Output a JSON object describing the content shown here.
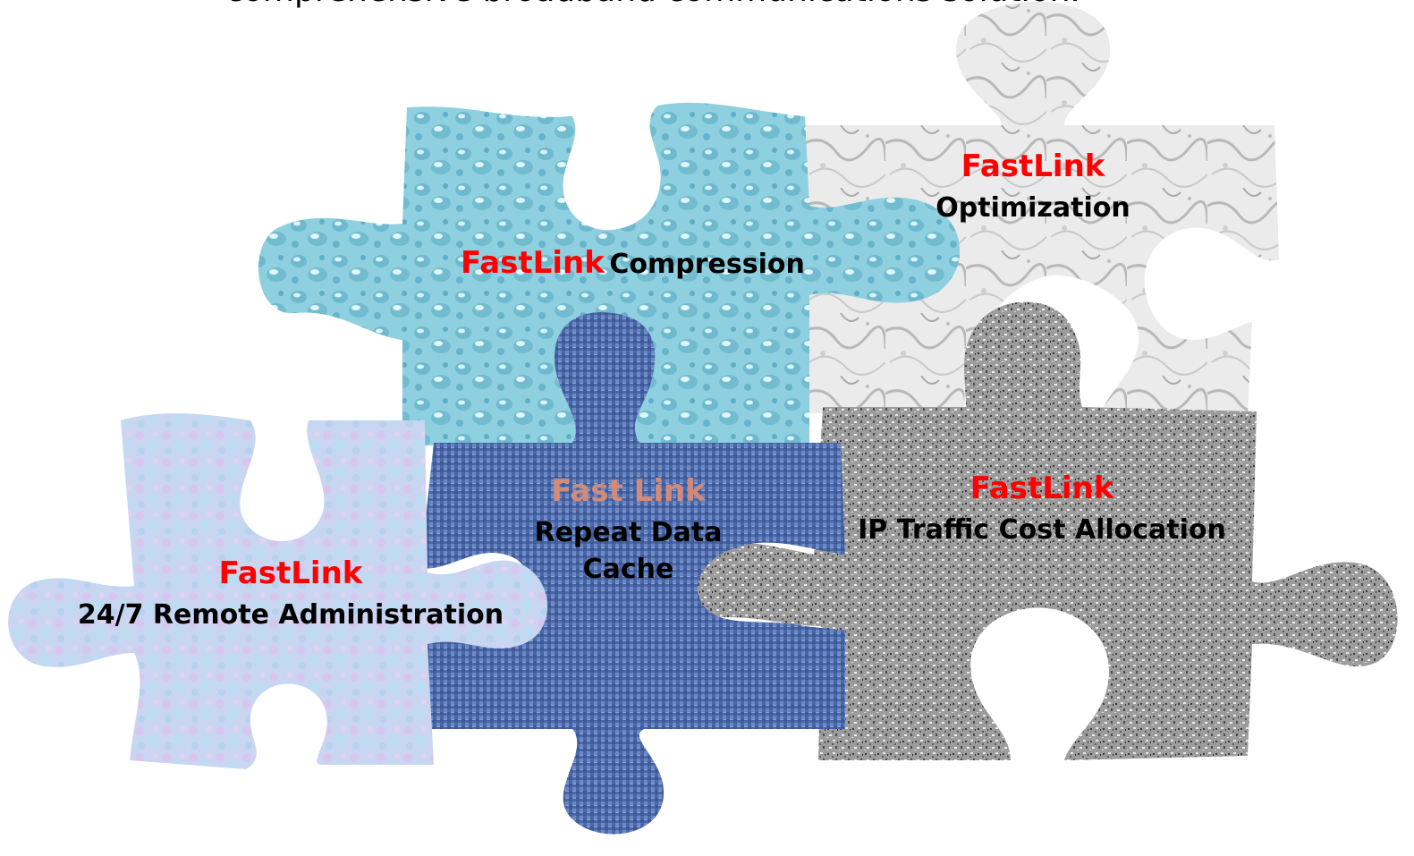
{
  "headline": "comprehensive broadband communications solution.",
  "colors": {
    "brand_red": "#ff0000",
    "brand_salmon": "#d28a7a",
    "text": "#000000",
    "piece_water": "#8fd0e0",
    "piece_marble": "#e2e2e2",
    "piece_fabric": "#4f6fb0",
    "piece_granite": "#9a9a9a",
    "piece_pastel": "#c7d6f2"
  },
  "pieces": {
    "compression": {
      "brand": "FastLink",
      "caption": "Compression",
      "texture": "water-droplets"
    },
    "optimization": {
      "brand": "FastLink",
      "caption": "Optimization",
      "texture": "white-marble"
    },
    "repeat_cache": {
      "brand": "Fast Link",
      "caption_line1": "Repeat Data",
      "caption_line2": "Cache",
      "texture": "blue-fabric"
    },
    "ip_traffic": {
      "brand": "FastLink",
      "caption": "IP Traffic Cost Allocation",
      "texture": "gray-granite"
    },
    "remote_admin": {
      "brand": "FastLink",
      "caption": "24/7 Remote Administration",
      "texture": "pastel-paper"
    }
  }
}
